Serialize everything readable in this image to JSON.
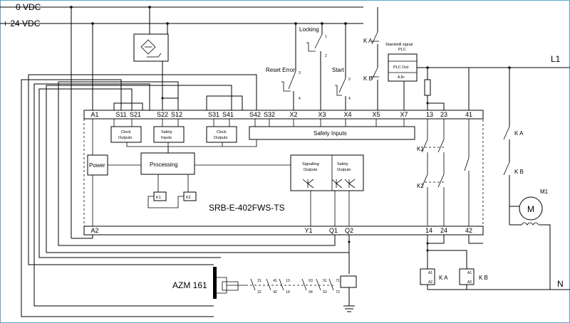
{
  "rails": {
    "zero_vdc": "0 VDC",
    "plus_24vdc": "+ 24 VDC",
    "l1": "L1",
    "n": "N"
  },
  "top_terminals": [
    "A1",
    "S11",
    "S21",
    "S22",
    "S12",
    "S31",
    "S41",
    "S42",
    "S32",
    "X2",
    "X3",
    "X4",
    "X5",
    "X7",
    "13",
    "23",
    "41"
  ],
  "bottom_terminals": [
    "A2",
    "Y1",
    "Q1",
    "Q2",
    "14",
    "24",
    "42"
  ],
  "blocks": {
    "clock_outputs_1": [
      "Clock",
      "Outputs"
    ],
    "safety_inputs_small": [
      "Safety",
      "Inputs"
    ],
    "clock_outputs_2": [
      "Clock",
      "Outputs"
    ],
    "safety_inputs_wide": "Safety Inputs",
    "power": "Power",
    "processing": "Processing",
    "k1": "K1",
    "k2": "K2",
    "signalling_outputs": [
      "Signalling",
      "Outputs"
    ],
    "safety_outputs": [
      "Safety",
      "Outputs"
    ]
  },
  "device_name": "SRB-E-402FWS-TS",
  "inputs": {
    "reset_error": "Reset Error",
    "locking": "Locking",
    "start": "Start"
  },
  "plc": {
    "title_line1": "Standstill signal",
    "title_line2": "PLC",
    "out_label": "PLC Out",
    "pin": "A 8+"
  },
  "contacts": {
    "ka": "K A",
    "kb": "K B",
    "k1": "K1",
    "k2": "K2"
  },
  "motor": {
    "label": "M1",
    "symbol": "M"
  },
  "coils": {
    "ka": "K A",
    "kb": "K B",
    "a1": "A1",
    "a2": "A2"
  },
  "azm": {
    "label": "AZM 161",
    "contact_pins": [
      [
        "21",
        "22"
      ],
      [
        "41",
        "42"
      ],
      [
        "13",
        "14"
      ],
      [
        "63",
        "64"
      ],
      [
        "51",
        "52"
      ],
      [
        "71",
        "72"
      ]
    ]
  }
}
